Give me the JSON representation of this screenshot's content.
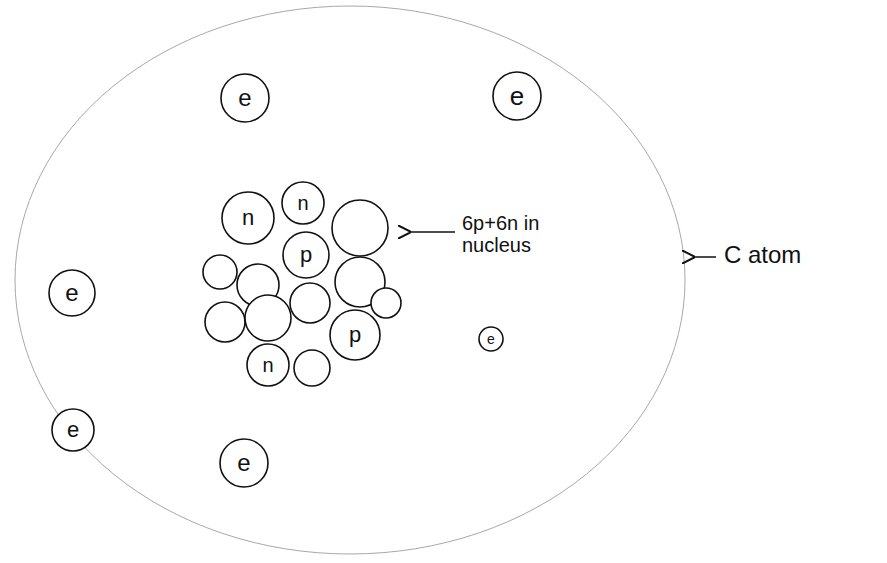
{
  "diagram": {
    "nodes": [
      {
        "text": [
          "e"
        ]
      },
      {
        "text": [
          "e"
        ]
      },
      {
        "text": [
          "n"
        ]
      },
      {
        "text": [
          "n"
        ]
      },
      {
        "text": [
          "p"
        ]
      },
      {
        "text": [
          "e"
        ]
      },
      {
        "text": [
          "p"
        ]
      },
      {
        "text": [
          "e"
        ]
      },
      {
        "text": [
          "n"
        ]
      },
      {
        "text": [
          "e"
        ]
      },
      {
        "text": [
          "e"
        ]
      }
    ],
    "labels": [
      "6p+6n in nucleus",
      "C atom"
    ]
  }
}
